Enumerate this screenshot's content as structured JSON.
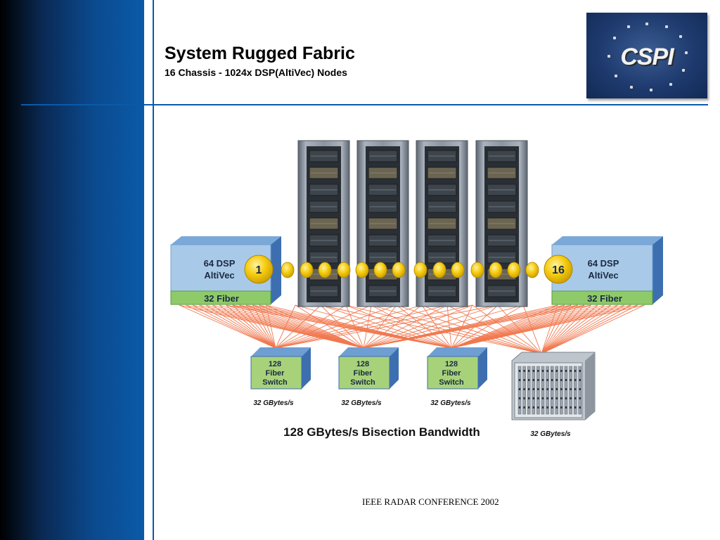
{
  "slide": {
    "title": "System Rugged Fabric",
    "subtitle": "16 Chassis  - 1024x  DSP(AltiVec) Nodes",
    "footer": "IEEE RADAR CONFERENCE 2002",
    "logo_text": "CSPI"
  },
  "diagram": {
    "left_block": {
      "line1": "64 DSP",
      "line2": "AltiVec",
      "fiber": "32 Fiber",
      "badge": "1"
    },
    "right_block": {
      "line1": "64 DSP",
      "line2": "AltiVec",
      "fiber": "32 Fiber",
      "badge": "16"
    },
    "switches": [
      {
        "line1": "128",
        "line2": "Fiber",
        "line3": "Switch",
        "bandwidth": "32 GBytes/s"
      },
      {
        "line1": "128",
        "line2": "Fiber",
        "line3": "Switch",
        "bandwidth": "32 GBytes/s"
      },
      {
        "line1": "128",
        "line2": "Fiber",
        "line3": "Switch",
        "bandwidth": "32 GBytes/s"
      }
    ],
    "chassis_bandwidth": "32 GBytes/s",
    "bisection_label": "128 GBytes/s Bisection Bandwidth",
    "colors": {
      "block_face": "#a9c9e8",
      "block_top": "#6f9fd2",
      "block_side": "#3d6fb0",
      "fiber_strip": "#8fca6a",
      "switch_face": "#a8d27a",
      "switch_side": "#3d6fb0",
      "badge": "#f2c400",
      "links": "#f06a3c",
      "rack": "#8c96a3"
    }
  }
}
